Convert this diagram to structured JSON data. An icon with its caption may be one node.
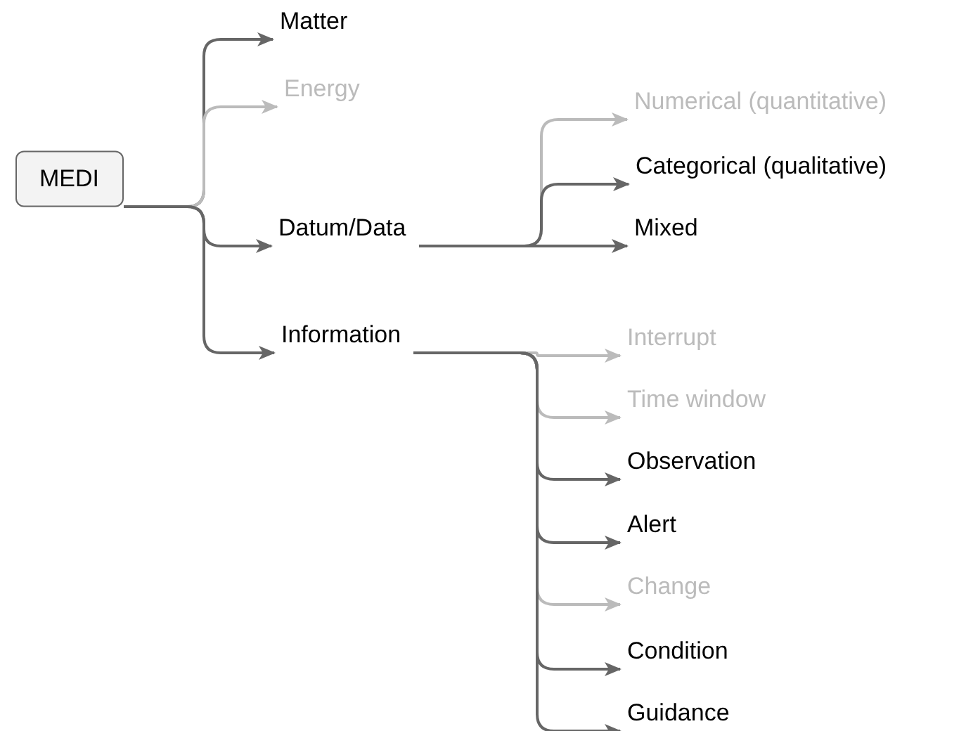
{
  "diagram": {
    "nodes": [
      {
        "text": [
          "MEDI"
        ]
      },
      {
        "text": [
          "Matter"
        ]
      },
      {
        "text": [
          "Energy"
        ]
      },
      {
        "text": [
          "Datum/Data"
        ]
      },
      {
        "text": [
          "Information"
        ]
      },
      {
        "text": [
          "Numerical (quantitative)"
        ]
      },
      {
        "text": [
          "Categorical (qualitative)"
        ]
      },
      {
        "text": [
          "Mixed"
        ]
      },
      {
        "text": [
          "Interrupt"
        ]
      },
      {
        "text": [
          "Time window"
        ]
      },
      {
        "text": [
          "Observation"
        ]
      },
      {
        "text": [
          "Alert"
        ]
      },
      {
        "text": [
          "Change"
        ]
      },
      {
        "text": [
          "Condition"
        ]
      },
      {
        "text": [
          "Guidance"
        ]
      }
    ],
    "edges": [
      {
        "from": 0,
        "to": 1,
        "arrow": "to"
      },
      {
        "from": 0,
        "to": 2,
        "arrow": "to",
        "color": "#bbbbbb"
      },
      {
        "from": 0,
        "to": 3,
        "arrow": "to"
      },
      {
        "from": 0,
        "to": 4,
        "arrow": "to"
      },
      {
        "from": 3,
        "to": 5,
        "arrow": "to",
        "color": "#bbbbbb"
      },
      {
        "from": 3,
        "to": 6,
        "arrow": "to"
      },
      {
        "from": 3,
        "to": 7,
        "arrow": "to"
      },
      {
        "from": 4,
        "to": 8,
        "arrow": "to",
        "color": "#bbbbbb"
      },
      {
        "from": 4,
        "to": 9,
        "arrow": "to",
        "color": "#bbbbbb"
      },
      {
        "from": 4,
        "to": 10,
        "arrow": "to"
      },
      {
        "from": 4,
        "to": 11,
        "arrow": "to"
      },
      {
        "from": 4,
        "to": 12,
        "arrow": "to",
        "color": "#bbbbbb"
      },
      {
        "from": 4,
        "to": 13,
        "arrow": "to"
      },
      {
        "from": 4,
        "to": 14,
        "arrow": "to"
      }
    ]
  }
}
